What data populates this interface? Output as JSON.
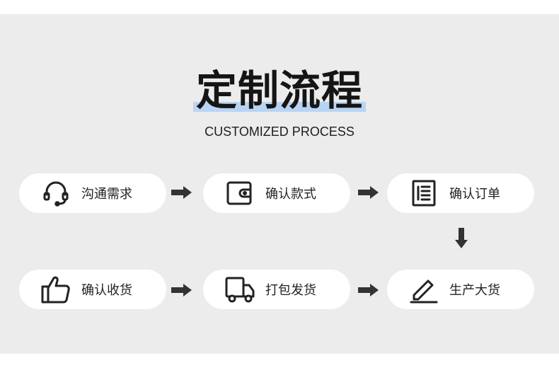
{
  "title": "定制流程",
  "subtitle": "CUSTOMIZED PROCESS",
  "steps": [
    {
      "label": "沟通需求",
      "icon": "headset-icon"
    },
    {
      "label": "确认款式",
      "icon": "wallet-icon"
    },
    {
      "label": "确认订单",
      "icon": "document-list-icon"
    },
    {
      "label": "生产大货",
      "icon": "pen-edit-icon"
    },
    {
      "label": "打包发货",
      "icon": "delivery-truck-icon"
    },
    {
      "label": "确认收货",
      "icon": "thumbs-up-icon"
    }
  ],
  "colors": {
    "background": "#ececec",
    "card": "#ffffff",
    "text": "#222222",
    "highlight": "#b9d4f3",
    "arrow": "#333333"
  }
}
